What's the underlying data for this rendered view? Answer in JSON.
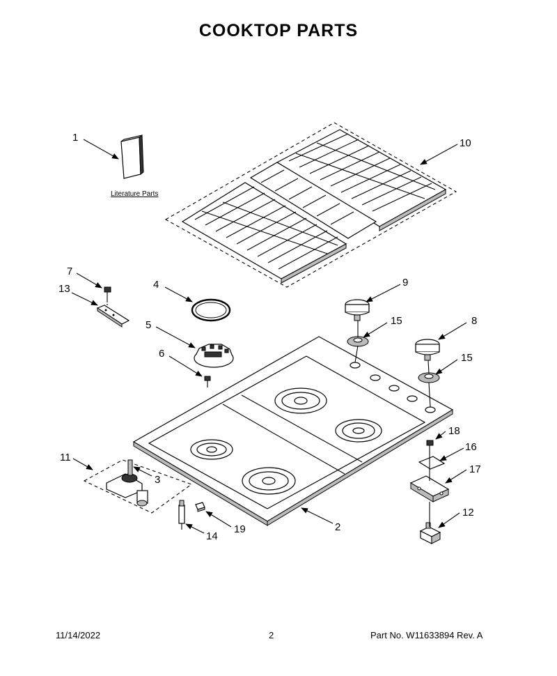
{
  "title": "COOKTOP  PARTS",
  "literature_label": "Literature Parts",
  "callouts": {
    "c1": "1",
    "c2": "2",
    "c3": "3",
    "c4": "4",
    "c5": "5",
    "c6": "6",
    "c7": "7",
    "c8": "8",
    "c9": "9",
    "c10": "10",
    "c11": "11",
    "c12": "12",
    "c13": "13",
    "c14": "14",
    "c15a": "15",
    "c15b": "15",
    "c16": "16",
    "c17": "17",
    "c18": "18",
    "c19": "19"
  },
  "footer": {
    "date": "11/14/2022",
    "page": "2",
    "part": "Part No.  W11633894  Rev.  A"
  }
}
